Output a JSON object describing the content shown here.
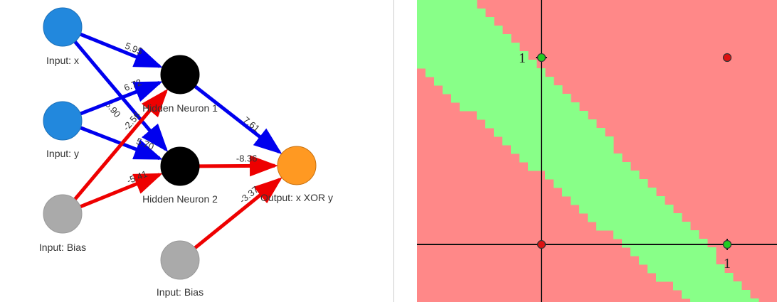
{
  "colors": {
    "input": "#2288dd",
    "hidden": "#000000",
    "output": "#ff9922",
    "bias": "#aaaaaa",
    "positive_edge": "#0000ee",
    "negative_edge": "#ee0000",
    "region_true": "#88ff88",
    "region_false": "#ff8888",
    "point_true": "#22cc22",
    "point_false": "#dd1111"
  },
  "network": {
    "nodes": [
      {
        "id": "x",
        "label": "Input: x",
        "kind": "input"
      },
      {
        "id": "y",
        "label": "Input: y",
        "kind": "input"
      },
      {
        "id": "b1",
        "label": "Input: Bias",
        "kind": "bias"
      },
      {
        "id": "h1",
        "label": "Hidden Neuron 1",
        "kind": "hidden"
      },
      {
        "id": "h2",
        "label": "Hidden Neuron 2",
        "kind": "hidden"
      },
      {
        "id": "b2",
        "label": "Input: Bias",
        "kind": "bias"
      },
      {
        "id": "out",
        "label": "Output: x XOR y",
        "kind": "output"
      }
    ],
    "edges": [
      {
        "from": "x",
        "to": "h1",
        "weight": "5.95"
      },
      {
        "from": "x",
        "to": "h2",
        "weight": "5.90"
      },
      {
        "from": "y",
        "to": "h1",
        "weight": "6.72"
      },
      {
        "from": "y",
        "to": "h2",
        "weight": "5.70"
      },
      {
        "from": "b1",
        "to": "h1",
        "weight": "-2.56"
      },
      {
        "from": "b1",
        "to": "h2",
        "weight": "-5.41"
      },
      {
        "from": "h1",
        "to": "out",
        "weight": "7.61"
      },
      {
        "from": "h2",
        "to": "out",
        "weight": "-8.36"
      },
      {
        "from": "b2",
        "to": "out",
        "weight": "-3.37"
      }
    ]
  },
  "plot": {
    "x_tick": "1",
    "y_tick": "1",
    "points": [
      {
        "x": 0,
        "y": 0,
        "class": "false"
      },
      {
        "x": 1,
        "y": 0,
        "class": "true"
      },
      {
        "x": 0,
        "y": 1,
        "class": "true"
      },
      {
        "x": 1,
        "y": 1,
        "class": "false"
      }
    ]
  }
}
